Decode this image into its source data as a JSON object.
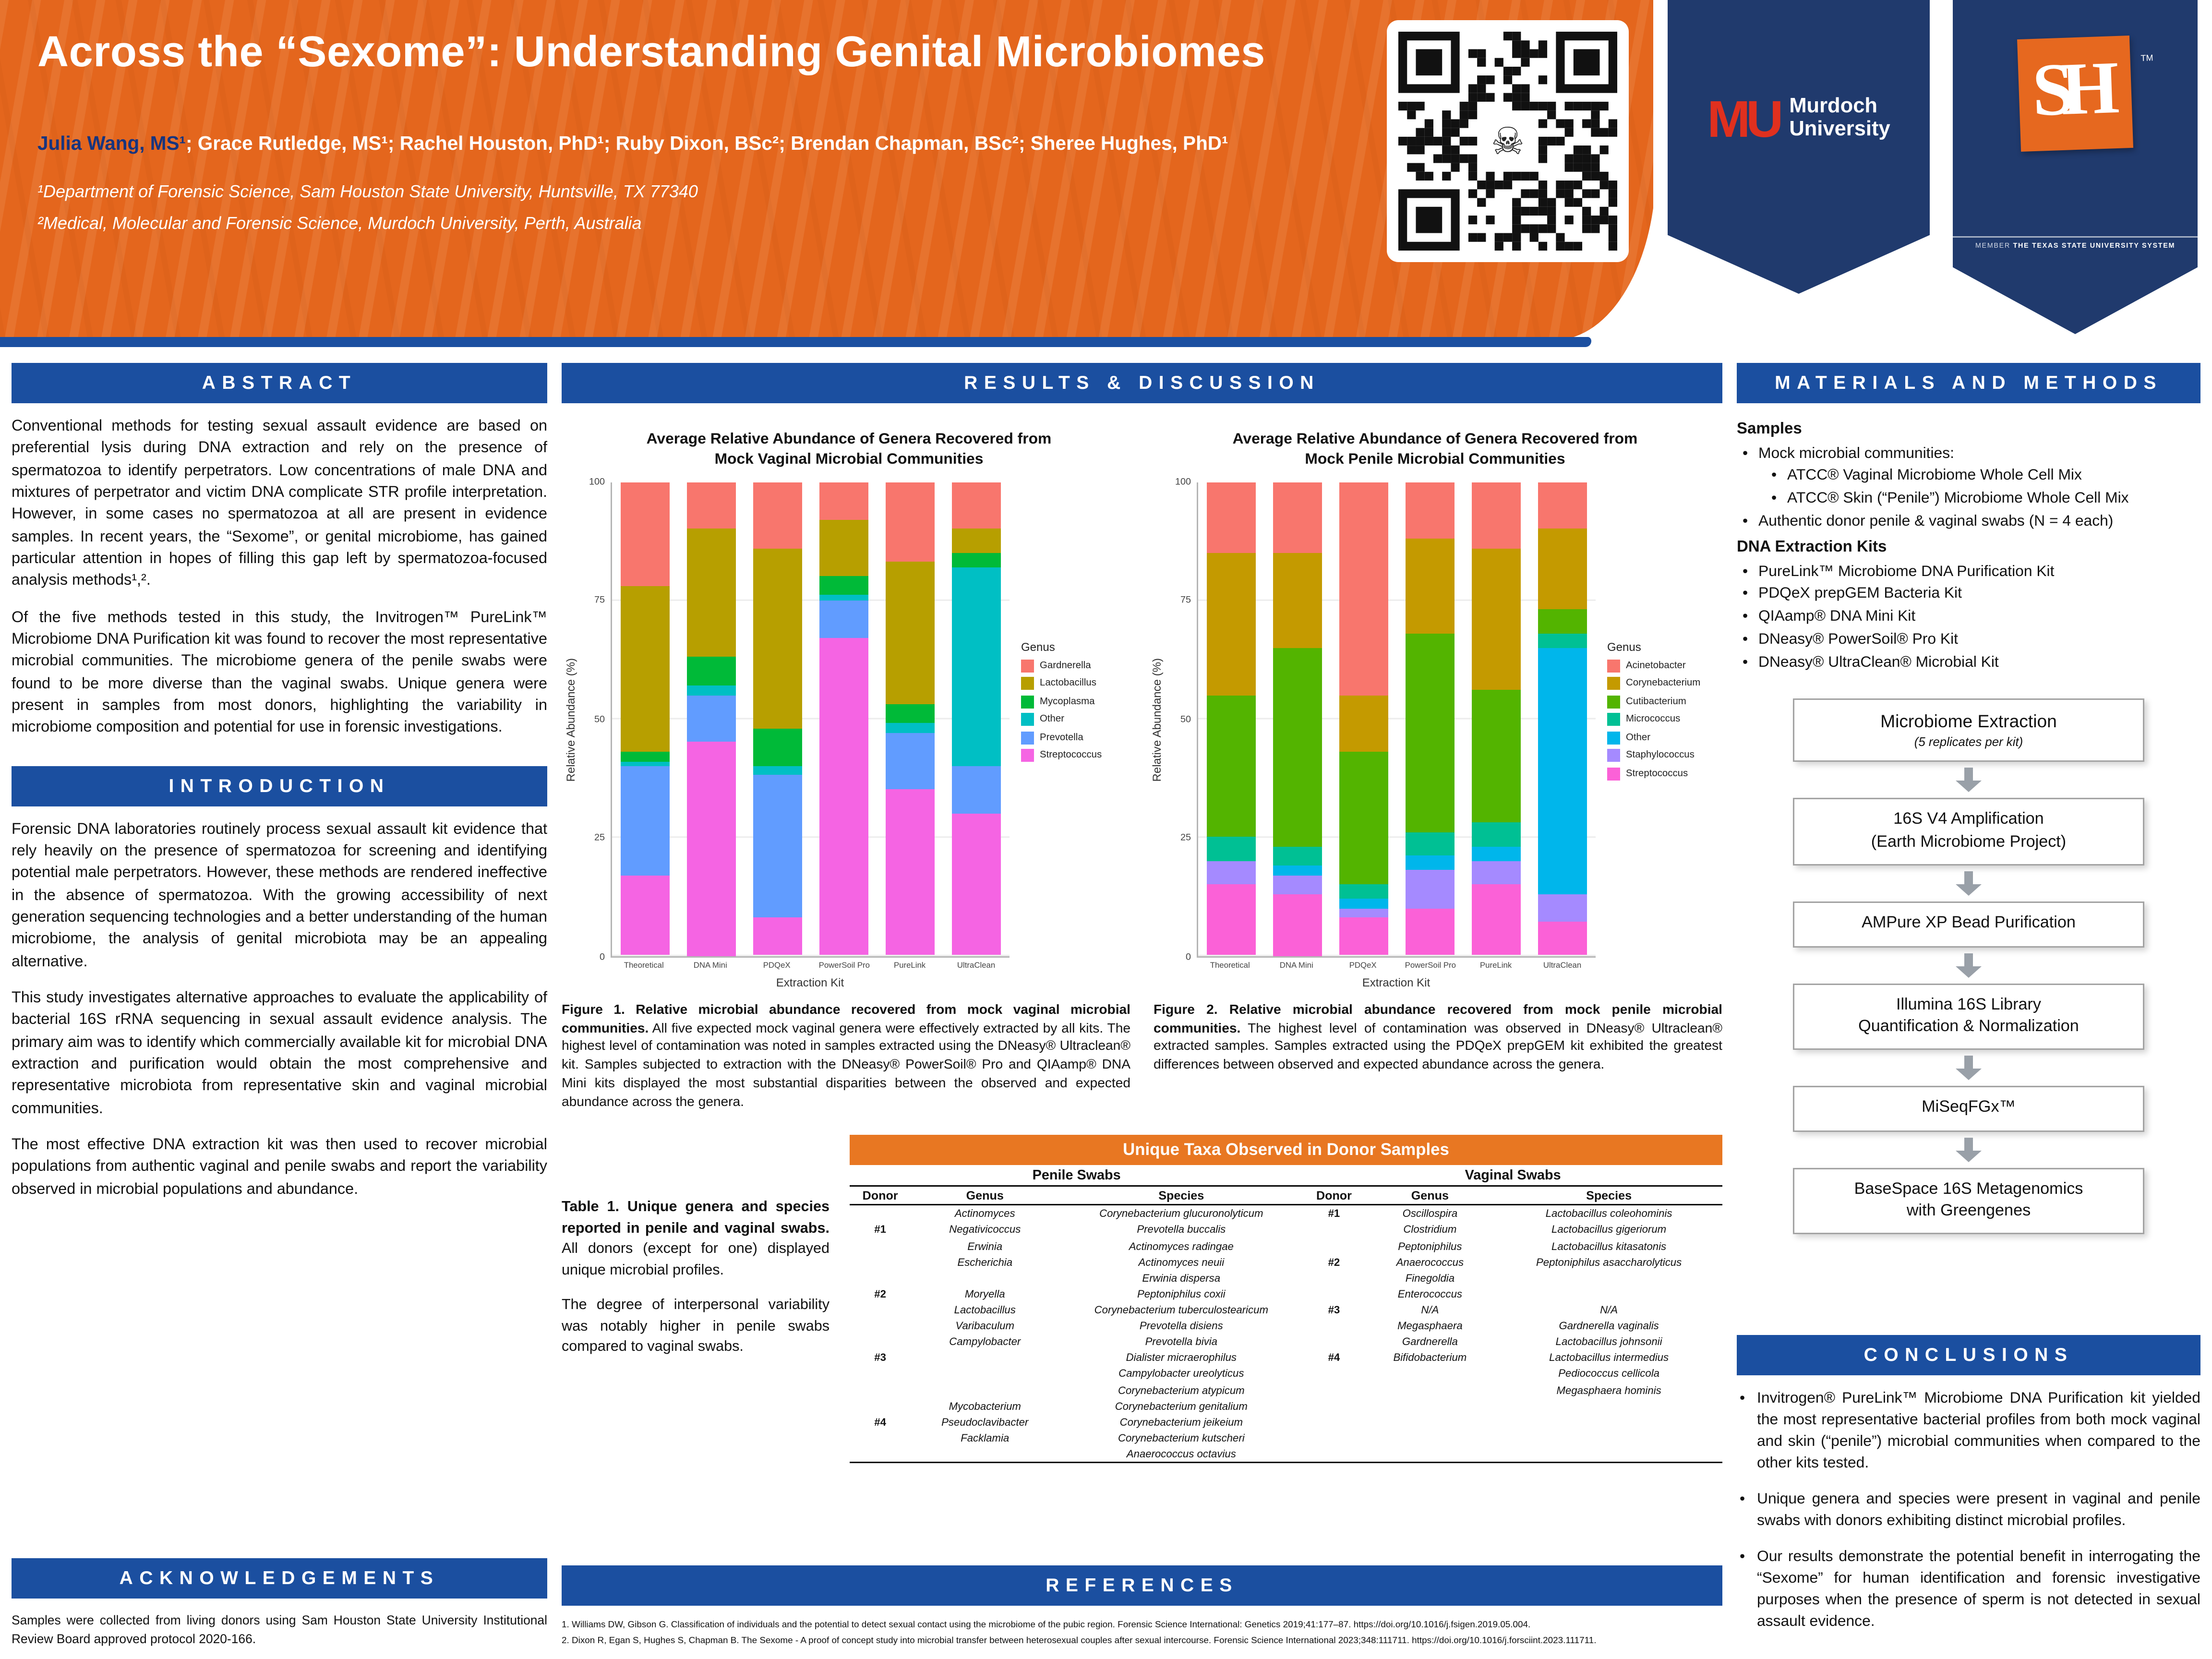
{
  "colors": {
    "primary_blue": "#1B4FA0",
    "header_orange": "#E4661D",
    "table_orange": "#E87722",
    "banner_navy": "#203A6D",
    "murdoch_red": "#E0301E",
    "shsu_orange": "#E6681F"
  },
  "header": {
    "title": "Across the “Sexome”: Understanding Genital Microbiomes",
    "authors_lead": "Julia Wang, MS¹",
    "authors_rest": "; Grace Rutledge, MS¹; Rachel Houston, PhD¹; Ruby Dixon, BSc²; Brendan Chapman, BSc²; Sheree Hughes, PhD¹",
    "affiliation1": "¹Department of Forensic Science, Sam Houston State University, Huntsville, TX 77340",
    "affiliation2": "²Medical, Molecular and Forensic Science, Murdoch University, Perth, Australia",
    "murdoch_logo": {
      "monogram": "MU",
      "line1": "Murdoch",
      "line2": "University"
    },
    "shsu_logo": {
      "monogram": "SH",
      "tm": "TM",
      "member": "MEMBER",
      "system": "THE TEXAS STATE UNIVERSITY SYSTEM"
    }
  },
  "sections": {
    "abstract": {
      "heading": "ABSTRACT",
      "paragraphs": [
        "Conventional methods for testing sexual assault evidence are based on preferential lysis during DNA extraction and rely on the presence of spermatozoa to identify perpetrators. Low concentrations of male DNA and mixtures of perpetrator and victim DNA complicate STR profile interpretation. However, in some cases no spermatozoa at all are present in evidence samples. In recent years, the “Sexome”, or genital microbiome, has gained particular attention in hopes of filling this gap left by spermatozoa-focused analysis methods¹,².",
        "Of the five methods tested in this study, the Invitrogen™ PureLink™ Microbiome DNA Purification kit was found to recover the most representative microbial communities. The microbiome genera of the penile swabs were found to be more diverse than the vaginal swabs. Unique genera were present in samples from most donors, highlighting the variability in microbiome composition and potential for use in forensic investigations."
      ]
    },
    "introduction": {
      "heading": "INTRODUCTION",
      "paragraphs": [
        "Forensic DNA laboratories routinely process sexual assault kit evidence that rely heavily on the presence of spermatozoa for screening and identifying potential male perpetrators. However, these methods are rendered ineffective in the absence of spermatozoa. With the growing accessibility of next generation sequencing technologies and a better understanding of the human microbiome, the analysis of genital microbiota may be an appealing alternative.",
        "This study investigates alternative approaches to evaluate the applicability of bacterial 16S rRNA sequencing in sexual assault evidence analysis. The primary aim was to identify which commercially available kit for microbial DNA extraction and purification would obtain the most comprehensive and representative microbiota from representative skin and vaginal microbial communities.",
        "The most effective DNA extraction kit was then used to recover microbial populations from authentic vaginal and penile swabs and report the variability observed in microbial populations and abundance."
      ]
    },
    "acknowledgements": {
      "heading": "ACKNOWLEDGEMENTS",
      "text": "Samples were collected from living donors using Sam Houston State University Institutional Review Board approved protocol 2020-166."
    },
    "results": {
      "heading": "RESULTS & DISCUSSION",
      "figure1_caption_bold": "Figure 1. Relative microbial abundance recovered from mock vaginal microbial communities.",
      "figure1_caption_rest": " All five expected mock vaginal genera were effectively extracted by all kits. The highest level of contamination was noted in samples extracted using the DNeasy® Ultraclean® kit. Samples subjected to extraction with the DNeasy® PowerSoil® Pro and QIAamp® DNA Mini kits displayed the most substantial disparities between the observed and expected abundance across the genera.",
      "figure2_caption_bold": "Figure 2. Relative microbial abundance recovered from mock penile microbial communities.",
      "figure2_caption_rest": " The highest level of contamination was observed in DNeasy® Ultraclean® extracted samples. Samples extracted using the PDQeX prepGEM kit exhibited the greatest differences between observed and expected abundance across the genera."
    },
    "references": {
      "heading": "REFERENCES",
      "items": [
        "1. Williams DW, Gibson G.  Classification of individuals and the potential to detect sexual contact using the microbiome of the pubic region. Forensic Science International: Genetics 2019;41:177–87.  https://doi.org/10.1016/j.fsigen.2019.05.004.",
        "2. Dixon R, Egan S, Hughes S, Chapman B.  The Sexome - A proof of concept study into microbial transfer between heterosexual couples after sexual intercourse. Forensic Science International 2023;348:111711. https://doi.org/10.1016/j.forsciint.2023.111711."
      ]
    },
    "conclusions": {
      "heading": "CONCLUSIONS",
      "bullets": [
        "Invitrogen® PureLink™ Microbiome DNA Purification kit yielded the most representative bacterial profiles from both mock vaginal and skin (“penile”) microbial communities when compared to the other kits tested.",
        "Unique genera and species were present in vaginal and penile swabs with donors exhibiting distinct microbial profiles.",
        "Our results demonstrate the potential benefit in interrogating the “Sexome” for human identification and forensic investigative purposes when the presence of sperm is not detected in sexual assault evidence."
      ]
    }
  },
  "materials": {
    "heading": "MATERIALS AND METHODS",
    "samples_heading": "Samples",
    "samples_bullets": [
      {
        "text": "Mock microbial communities:",
        "subs": [
          "ATCC® Vaginal Microbiome Whole Cell Mix",
          "ATCC® Skin (“Penile”) Microbiome Whole Cell Mix"
        ]
      },
      {
        "text": "Authentic donor penile & vaginal swabs (N = 4 each)",
        "subs": []
      }
    ],
    "kits_heading": "DNA Extraction Kits",
    "kits": [
      "PureLink™ Microbiome DNA Purification Kit",
      "PDQeX prepGEM Bacteria Kit",
      "QIAamp® DNA Mini Kit",
      "DNeasy® PowerSoil® Pro Kit",
      "DNeasy® UltraClean® Microbial Kit"
    ]
  },
  "flowchart": {
    "steps": [
      {
        "line1": "Microbiome Extraction",
        "line2": "(5 replicates per kit)"
      },
      {
        "line1": "16S V4 Amplification",
        "line2": "(Earth Microbiome Project)"
      },
      {
        "line1": "AMPure XP Bead Purification",
        "line2": ""
      },
      {
        "line1": "Illumina 16S Library",
        "line2": "Quantification & Normalization"
      },
      {
        "line1": "MiSeqFGx™",
        "line2": ""
      },
      {
        "line1": "BaseSpace 16S Metagenomics",
        "line2": "with Greengenes"
      }
    ]
  },
  "table1": {
    "title": "Unique Taxa Observed in Donor Samples",
    "group_headers": [
      "Penile Swabs",
      "Vaginal Swabs"
    ],
    "column_headers": [
      "Donor",
      "Genus",
      "Species",
      "Donor",
      "Genus",
      "Species"
    ],
    "caption_bold": "Table 1. Unique genera and species reported in penile and vaginal swabs.",
    "caption_rest": " All donors (except for one) displayed unique microbial profiles.",
    "caption_para2": "The degree of interpersonal variability was notably higher in penile swabs compared to vaginal swabs.",
    "rows": [
      [
        "",
        "Actinomyces",
        "Corynebacterium glucuronolyticum",
        "#1",
        "Oscillospira",
        "Lactobacillus coleohominis"
      ],
      [
        "#1",
        "Negativicoccus",
        "Prevotella buccalis",
        "",
        "Clostridium",
        "Lactobacillus gigeriorum"
      ],
      [
        "",
        "Erwinia",
        "Actinomyces radingae",
        "",
        "Peptoniphilus",
        "Lactobacillus kitasatonis"
      ],
      [
        "",
        "Escherichia",
        "Actinomyces neuii",
        "#2",
        "Anaerococcus",
        "Peptoniphilus asaccharolyticus"
      ],
      [
        "",
        "",
        "Erwinia dispersa",
        "",
        "Finegoldia",
        ""
      ],
      [
        "#2",
        "Moryella",
        "Peptoniphilus coxii",
        "",
        "Enterococcus",
        ""
      ],
      [
        "",
        "Lactobacillus",
        "Corynebacterium tuberculostearicum",
        "#3",
        "N/A",
        "N/A"
      ],
      [
        "",
        "Varibaculum",
        "Prevotella disiens",
        "",
        "Megasphaera",
        "Gardnerella vaginalis"
      ],
      [
        "",
        "Campylobacter",
        "Prevotella bivia",
        "",
        "Gardnerella",
        "Lactobacillus johnsonii"
      ],
      [
        "#3",
        "",
        "Dialister micraerophilus",
        "#4",
        "Bifidobacterium",
        "Lactobacillus intermedius"
      ],
      [
        "",
        "",
        "Campylobacter ureolyticus",
        "",
        "",
        "Pediococcus cellicola"
      ],
      [
        "",
        "",
        "Corynebacterium atypicum",
        "",
        "",
        "Megasphaera hominis"
      ],
      [
        "",
        "Mycobacterium",
        "Corynebacterium genitalium",
        "",
        "",
        ""
      ],
      [
        "#4",
        "Pseudoclavibacter",
        "Corynebacterium jeikeium",
        "",
        "",
        ""
      ],
      [
        "",
        "Facklamia",
        "Corynebacterium kutscheri",
        "",
        "",
        ""
      ],
      [
        "",
        "",
        "Anaerococcus octavius",
        "",
        "",
        ""
      ]
    ]
  },
  "chart_data": [
    {
      "type": "bar",
      "subtype": "stacked-100",
      "title_lines": [
        "Average Relative Abundance of Genera Recovered from",
        "Mock Vaginal Microbial Communities"
      ],
      "xlabel": "Extraction Kit",
      "ylabel": "Relative Abundance (%)",
      "ylim": [
        0,
        100
      ],
      "yticks": [
        0,
        25,
        50,
        75,
        100
      ],
      "legend_title": "Genus",
      "legend_position": "right",
      "categories": [
        "Theoretical",
        "DNA Mini",
        "PDQeX",
        "PowerSoil Pro",
        "PureLink",
        "UltraClean"
      ],
      "series": [
        {
          "name": "Gardnerella",
          "color": "#F8766D",
          "values": [
            22,
            10,
            14,
            8,
            17,
            10
          ]
        },
        {
          "name": "Lactobacillus",
          "color": "#B79F00",
          "values": [
            35,
            27,
            38,
            12,
            30,
            5
          ]
        },
        {
          "name": "Mycoplasma",
          "color": "#00BA38",
          "values": [
            2,
            6,
            8,
            4,
            4,
            3
          ]
        },
        {
          "name": "Other",
          "color": "#00BFC4",
          "values": [
            1,
            2,
            2,
            1,
            2,
            42
          ]
        },
        {
          "name": "Prevotella",
          "color": "#619CFF",
          "values": [
            23,
            10,
            30,
            8,
            12,
            10
          ]
        },
        {
          "name": "Streptococcus",
          "color": "#F564E3",
          "values": [
            17,
            45,
            8,
            67,
            35,
            30
          ]
        }
      ]
    },
    {
      "type": "bar",
      "subtype": "stacked-100",
      "title_lines": [
        "Average Relative Abundance of Genera Recovered from",
        "Mock Penile Microbial Communities"
      ],
      "xlabel": "Extraction Kit",
      "ylabel": "Relative Abundance (%)",
      "ylim": [
        0,
        100
      ],
      "yticks": [
        0,
        25,
        50,
        75,
        100
      ],
      "legend_title": "Genus",
      "legend_position": "right",
      "categories": [
        "Theoretical",
        "DNA Mini",
        "PDQeX",
        "PowerSoil Pro",
        "PureLink",
        "UltraClean"
      ],
      "series": [
        {
          "name": "Acinetobacter",
          "color": "#F8766D",
          "values": [
            15,
            15,
            45,
            12,
            14,
            10
          ]
        },
        {
          "name": "Corynebacterium",
          "color": "#C49A00",
          "values": [
            30,
            20,
            12,
            20,
            30,
            17
          ]
        },
        {
          "name": "Cutibacterium",
          "color": "#53B400",
          "values": [
            30,
            42,
            28,
            42,
            28,
            5
          ]
        },
        {
          "name": "Micrococcus",
          "color": "#00C094",
          "values": [
            5,
            4,
            3,
            5,
            5,
            3
          ]
        },
        {
          "name": "Other",
          "color": "#00B6EB",
          "values": [
            0,
            2,
            2,
            3,
            3,
            52
          ]
        },
        {
          "name": "Staphylococcus",
          "color": "#A58AFF",
          "values": [
            5,
            4,
            2,
            8,
            5,
            6
          ]
        },
        {
          "name": "Streptococcus",
          "color": "#FB61D7",
          "values": [
            15,
            13,
            8,
            10,
            15,
            7
          ]
        }
      ]
    }
  ]
}
